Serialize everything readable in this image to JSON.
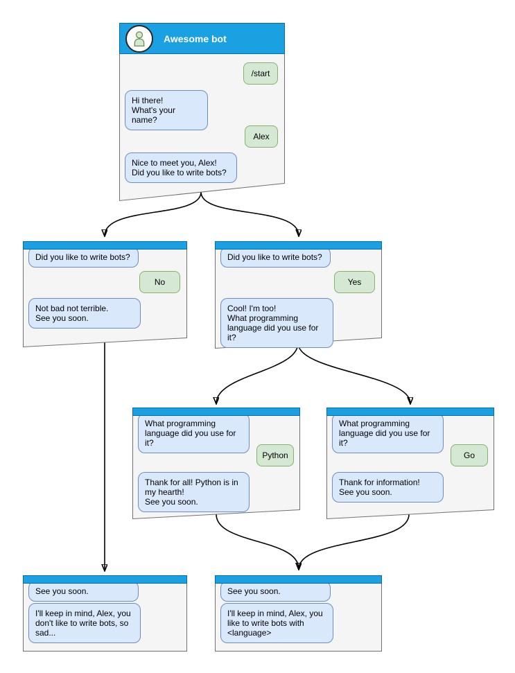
{
  "colors": {
    "header_fill": "#1BA1E2",
    "header_stroke": "#006EAF",
    "window_fill": "#F5F5F5",
    "window_stroke": "#707070",
    "bot_fill": "#DAE8FC",
    "bot_stroke": "#6C8EBF",
    "user_fill": "#D5E8D4",
    "user_stroke": "#82B366",
    "avatar_fill": "#D5E8D4",
    "avatar_stroke": "#6B8E4E",
    "connector": "#000000",
    "title_text": "#FFFFFF",
    "text": "#000000"
  },
  "windows": [
    {
      "id": "main-chat",
      "title": "Awesome bot",
      "messages": [
        {
          "from": "user",
          "text": "/start"
        },
        {
          "from": "bot",
          "text": "Hi there!\nWhat's your name?"
        },
        {
          "from": "user",
          "text": "Alex"
        },
        {
          "from": "bot",
          "text": "Nice to meet you, Alex!\nDid you like to write bots?"
        }
      ]
    },
    {
      "id": "branch-no",
      "messages": [
        {
          "from": "bot",
          "text": "Did you like to write bots?"
        },
        {
          "from": "user",
          "text": "No"
        },
        {
          "from": "bot",
          "text": "Not bad not terrible.\nSee you soon."
        }
      ]
    },
    {
      "id": "branch-yes",
      "messages": [
        {
          "from": "bot",
          "text": "Did you like to write bots?"
        },
        {
          "from": "user",
          "text": "Yes"
        },
        {
          "from": "bot",
          "text": "Cool! I'm too!\nWhat programming\nlanguage did you use for it?"
        }
      ]
    },
    {
      "id": "branch-python",
      "messages": [
        {
          "from": "bot",
          "text": "What programming\nlanguage did you use for it?"
        },
        {
          "from": "user",
          "text": "Python"
        },
        {
          "from": "bot",
          "text": "Thank for all! Python is in\nmy hearth!\nSee you soon."
        }
      ]
    },
    {
      "id": "branch-go",
      "messages": [
        {
          "from": "bot",
          "text": "What programming\nlanguage did you use for it?"
        },
        {
          "from": "user",
          "text": "Go"
        },
        {
          "from": "bot",
          "text": "Thank for information!\nSee you soon."
        }
      ]
    },
    {
      "id": "end-no",
      "messages": [
        {
          "from": "bot",
          "text": "See you soon."
        },
        {
          "from": "bot",
          "text": "I'll keep in mind, Alex, you\ndon't like to write bots, so\nsad..."
        }
      ]
    },
    {
      "id": "end-yes",
      "messages": [
        {
          "from": "bot",
          "text": "See you soon."
        },
        {
          "from": "bot",
          "text": "I'll keep in mind, Alex, you\nlike to write bots with\n<language>"
        }
      ]
    }
  ]
}
